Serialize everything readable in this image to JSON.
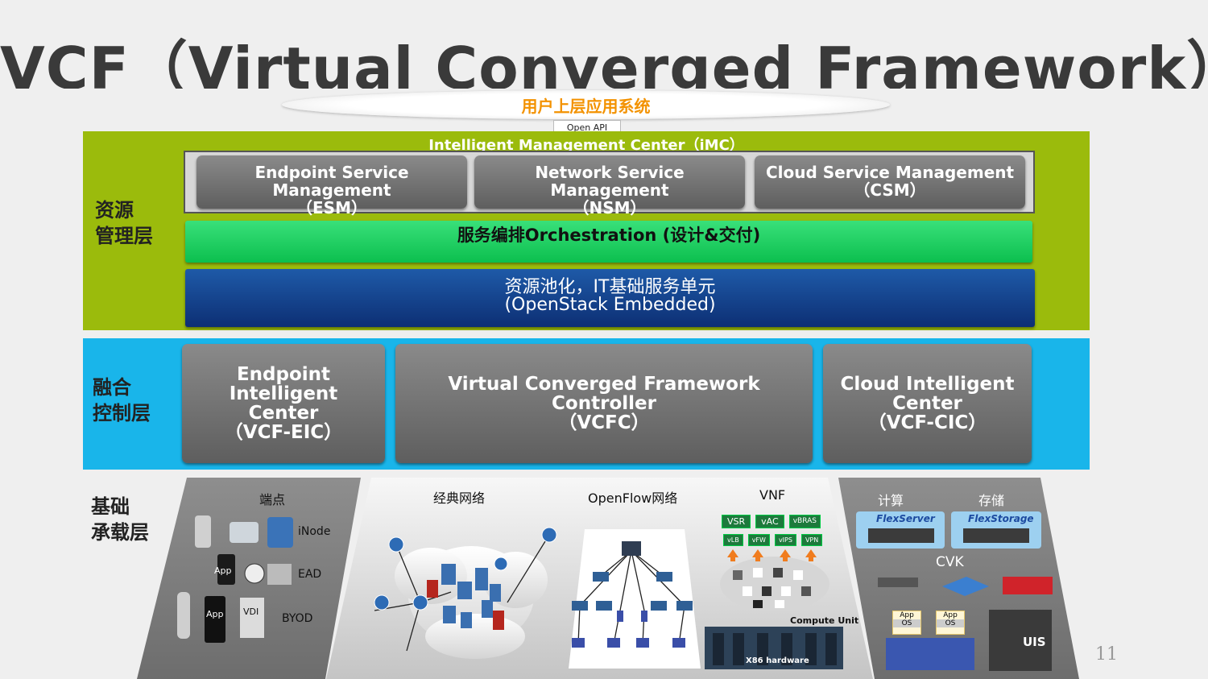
{
  "title": "VCF（Virtual Converged Framework）",
  "top": {
    "app_label": "用户上层应用系统",
    "open_api": "Open API",
    "imc_label": "Intelligent Management Center（iMC）"
  },
  "layers": {
    "resource": "资源\n管理层",
    "control": "融合\n控制层",
    "base": "基础\n承载层"
  },
  "management": [
    {
      "name": "Endpoint Service Management",
      "abbr": "（ESM）"
    },
    {
      "name": "Network Service Management",
      "abbr": "（NSM）"
    },
    {
      "name": "Cloud Service Management",
      "abbr": "（CSM）"
    }
  ],
  "orchestration": "服务编排Orchestration (设计&交付)",
  "pool": {
    "line1": "资源池化，IT基础服务单元",
    "line2": "(OpenStack Embedded)"
  },
  "controllers": [
    {
      "l1": "Endpoint Intelligent",
      "l2": "Center",
      "l3": "（VCF-EIC）"
    },
    {
      "l1": "Virtual Converged Framework Controller",
      "l2": "（VCFC）",
      "l3": ""
    },
    {
      "l1": "Cloud Intelligent",
      "l2": "Center",
      "l3": "（VCF-CIC）"
    }
  ],
  "endpoint": {
    "title": "端点",
    "inode": "iNode",
    "ead": "EAD",
    "byod": "BYOD",
    "app1": "App",
    "app2": "App",
    "vdi": "VDI"
  },
  "network": {
    "classic": "经典网络",
    "openflow": "OpenFlow网络",
    "vnf": "VNF",
    "vnf_top": [
      "VSR",
      "vAC",
      "vBRAS"
    ],
    "vnf_bottom": [
      "vLB",
      "vFW",
      "vIPS",
      "VPN"
    ],
    "compute_unit": "Compute Unit",
    "x86": "X86 hardware"
  },
  "compute": {
    "calc": "计算",
    "storage": "存储",
    "flexserver": "FlexServer",
    "flexstorage": "FlexStorage",
    "cvk": "CVK",
    "uis": "UIS",
    "app": "App",
    "os": "OS"
  },
  "page_number": "11",
  "colors": {
    "green": "#9bbb0c",
    "blue": "#19b5ea",
    "orange": "#f39200",
    "orch": "#11c653",
    "pool": "#123e8a"
  }
}
